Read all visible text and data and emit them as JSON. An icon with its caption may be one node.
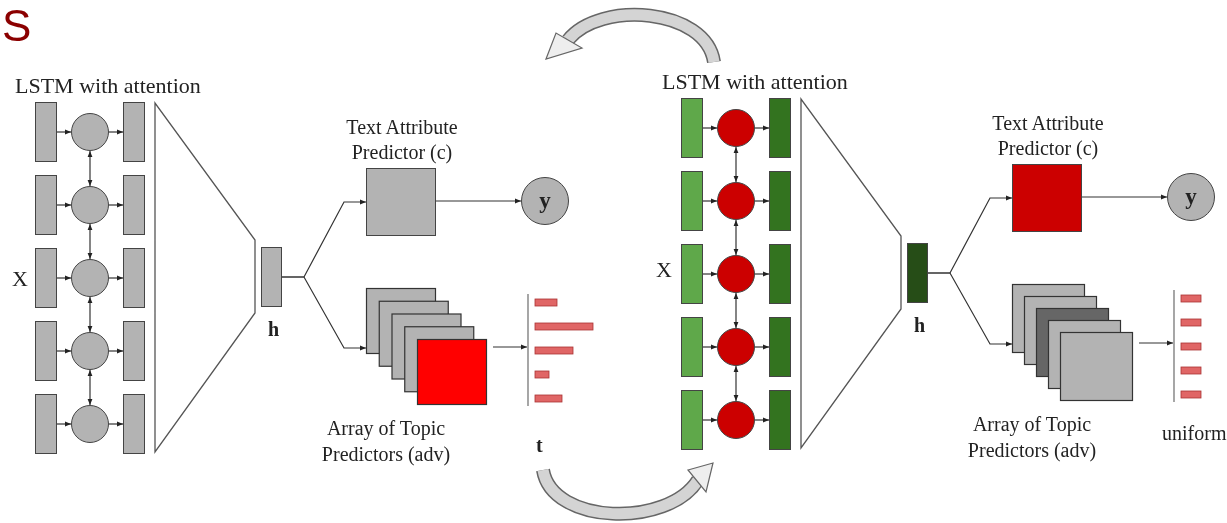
{
  "diagram": {
    "nodes": [
      {
        "text": [],
        "shape": "bar"
      },
      {
        "text": [],
        "shape": "bar"
      },
      {
        "text": [],
        "shape": "bar"
      },
      {
        "text": [],
        "shape": "bar"
      },
      {
        "text": [],
        "shape": "bar"
      },
      {
        "text": [],
        "shape": "circle"
      },
      {
        "text": [],
        "shape": "circle"
      },
      {
        "text": [],
        "shape": "circle"
      },
      {
        "text": [],
        "shape": "circle"
      },
      {
        "text": [],
        "shape": "circle"
      },
      {
        "text": [],
        "shape": "bar"
      },
      {
        "text": [],
        "shape": "bar"
      },
      {
        "text": [],
        "shape": "bar"
      },
      {
        "text": [],
        "shape": "bar"
      },
      {
        "text": [],
        "shape": "bar"
      },
      {
        "text": [],
        "shape": "bar",
        "beside": [
          "h"
        ]
      },
      {
        "text": [
          "Text Attribute Predictor (c)"
        ]
      },
      {
        "text": [
          "y"
        ]
      },
      {
        "text": [
          "Array of Topic Predictors (adv)"
        ]
      },
      {
        "text": [],
        "shape": "picture",
        "beside": [
          "t"
        ]
      },
      {
        "text": [],
        "shape": "bar"
      },
      {
        "text": [],
        "shape": "bar"
      },
      {
        "text": [],
        "shape": "bar"
      },
      {
        "text": [],
        "shape": "bar"
      },
      {
        "text": [],
        "shape": "bar"
      },
      {
        "text": [],
        "shape": "circle"
      },
      {
        "text": [],
        "shape": "circle"
      },
      {
        "text": [],
        "shape": "circle"
      },
      {
        "text": [],
        "shape": "circle"
      },
      {
        "text": [],
        "shape": "circle"
      },
      {
        "text": [],
        "shape": "bar"
      },
      {
        "text": [],
        "shape": "bar"
      },
      {
        "text": [],
        "shape": "bar"
      },
      {
        "text": [],
        "shape": "bar"
      },
      {
        "text": [],
        "shape": "bar"
      },
      {
        "text": [],
        "shape": "bar",
        "beside": [
          "h"
        ]
      },
      {
        "text": [
          "Text Attribute Predictor (c)"
        ]
      },
      {
        "text": [
          "y"
        ]
      },
      {
        "text": [
          "Array of Topic Predictors (adv)"
        ]
      },
      {
        "text": [],
        "shape": "picture",
        "beside": [
          "uniform"
        ]
      }
    ],
    "edges": [
      {
        "from": 0,
        "to": 5,
        "arrow": "to"
      },
      {
        "from": 1,
        "to": 6,
        "arrow": "to"
      },
      {
        "from": 2,
        "to": 7,
        "arrow": "to"
      },
      {
        "from": 3,
        "to": 8,
        "arrow": "to"
      },
      {
        "from": 4,
        "to": 9,
        "arrow": "to"
      },
      {
        "from": 5,
        "to": 10,
        "arrow": "to"
      },
      {
        "from": 6,
        "to": 11,
        "arrow": "to"
      },
      {
        "from": 7,
        "to": 12,
        "arrow": "to"
      },
      {
        "from": 8,
        "to": 13,
        "arrow": "to"
      },
      {
        "from": 9,
        "to": 14,
        "arrow": "to"
      },
      {
        "from": 5,
        "to": 6,
        "arrow": "both"
      },
      {
        "from": 6,
        "to": 7,
        "arrow": "both"
      },
      {
        "from": 7,
        "to": 8,
        "arrow": "both"
      },
      {
        "from": 8,
        "to": 9,
        "arrow": "both"
      },
      {
        "from": 15,
        "to": 16,
        "arrow": "to"
      },
      {
        "from": 15,
        "to": 18,
        "arrow": "to"
      },
      {
        "from": 16,
        "to": 17,
        "arrow": "to"
      },
      {
        "from": 18,
        "to": 19,
        "arrow": "to"
      },
      {
        "from": 20,
        "to": 25,
        "arrow": "to"
      },
      {
        "from": 21,
        "to": 26,
        "arrow": "to"
      },
      {
        "from": 22,
        "to": 27,
        "arrow": "to"
      },
      {
        "from": 23,
        "to": 28,
        "arrow": "to"
      },
      {
        "from": 24,
        "to": 29,
        "arrow": "to"
      },
      {
        "from": 25,
        "to": 30,
        "arrow": "to"
      },
      {
        "from": 26,
        "to": 31,
        "arrow": "to"
      },
      {
        "from": 27,
        "to": 32,
        "arrow": "to"
      },
      {
        "from": 28,
        "to": 33,
        "arrow": "to"
      },
      {
        "from": 29,
        "to": 34,
        "arrow": "to"
      },
      {
        "from": 25,
        "to": 26,
        "arrow": "both"
      },
      {
        "from": 26,
        "to": 27,
        "arrow": "both"
      },
      {
        "from": 27,
        "to": 28,
        "arrow": "both"
      },
      {
        "from": 28,
        "to": 29,
        "arrow": "both"
      },
      {
        "from": 35,
        "to": 36,
        "arrow": "to"
      },
      {
        "from": 35,
        "to": 38,
        "arrow": "to"
      },
      {
        "from": 36,
        "to": 37,
        "arrow": "to"
      },
      {
        "from": 38,
        "to": 39,
        "arrow": "to"
      }
    ],
    "labels": [
      "S",
      "LSTM with attention",
      "X",
      "LSTM with attention",
      "X"
    ]
  }
}
